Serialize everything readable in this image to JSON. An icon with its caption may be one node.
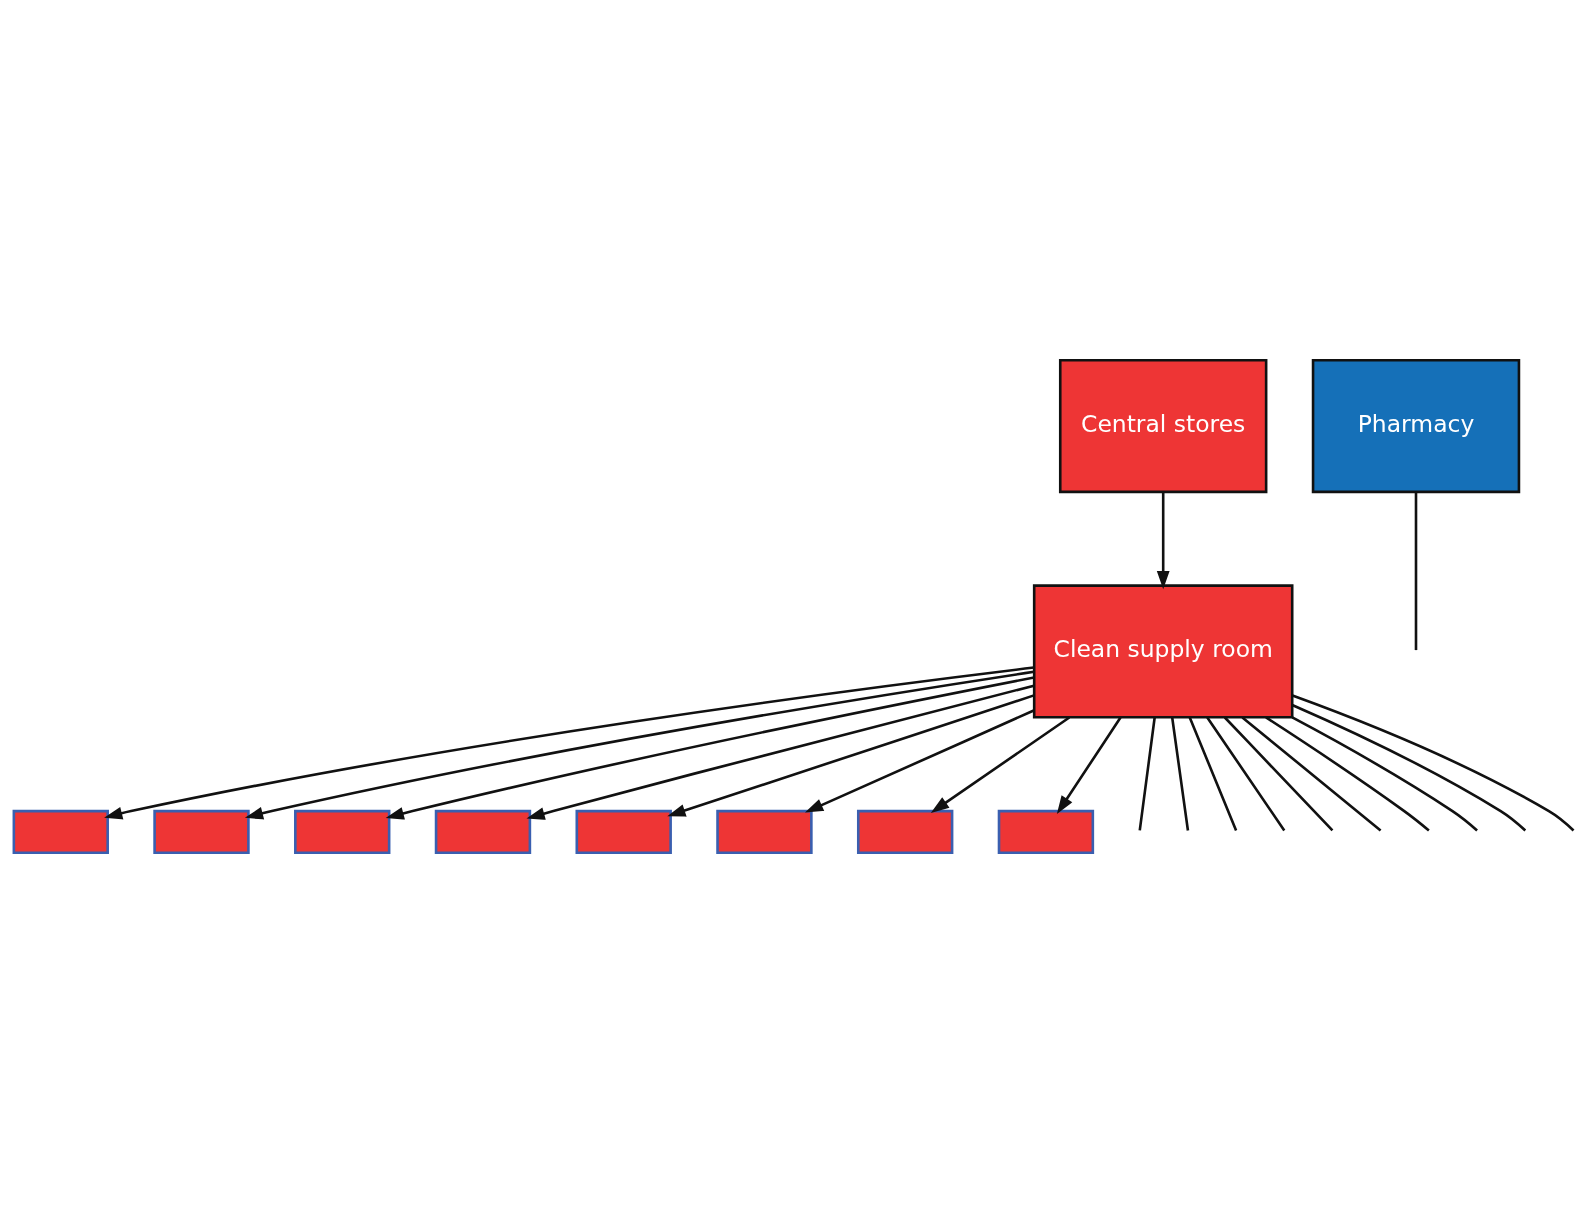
{
  "diagram": {
    "nodes": [
      {
        "text": [
          "Clean supply room"
        ]
      },
      {
        "text": [
          "Central stores"
        ]
      },
      {
        "text": [
          "Pharmacy"
        ]
      },
      {
        "text": [],
        "shape": "box"
      },
      {
        "text": [],
        "shape": "box"
      },
      {
        "text": [],
        "shape": "box"
      },
      {
        "text": [],
        "shape": "box"
      },
      {
        "text": [],
        "shape": "box"
      },
      {
        "text": [],
        "shape": "box"
      },
      {
        "text": [],
        "shape": "box"
      },
      {
        "text": [],
        "shape": "box"
      }
    ],
    "edges": [
      {
        "from": 1,
        "to": 0,
        "arrow": "to"
      },
      {
        "from": 0,
        "to": 3,
        "arrow": "to"
      },
      {
        "from": 0,
        "to": 4,
        "arrow": "to"
      },
      {
        "from": 0,
        "to": 5,
        "arrow": "to"
      },
      {
        "from": 0,
        "to": 6,
        "arrow": "to"
      },
      {
        "from": 0,
        "to": 7,
        "arrow": "to"
      },
      {
        "from": 0,
        "to": 8,
        "arrow": "to"
      },
      {
        "from": 0,
        "to": 9,
        "arrow": "to"
      },
      {
        "from": 0,
        "to": 10,
        "arrow": "to"
      },
      {
        "from": 0,
        "to": null,
        "arrow": "none"
      },
      {
        "from": 0,
        "to": null,
        "arrow": "none"
      },
      {
        "from": 0,
        "to": null,
        "arrow": "none"
      },
      {
        "from": 0,
        "to": null,
        "arrow": "none"
      },
      {
        "from": 0,
        "to": null,
        "arrow": "none"
      },
      {
        "from": 0,
        "to": null,
        "arrow": "none"
      },
      {
        "from": 0,
        "to": null,
        "arrow": "none"
      },
      {
        "from": 0,
        "to": null,
        "arrow": "none"
      },
      {
        "from": 0,
        "to": null,
        "arrow": "none"
      },
      {
        "from": 0,
        "to": null,
        "arrow": "none"
      },
      {
        "from": 2,
        "to": null,
        "arrow": "none"
      }
    ]
  }
}
